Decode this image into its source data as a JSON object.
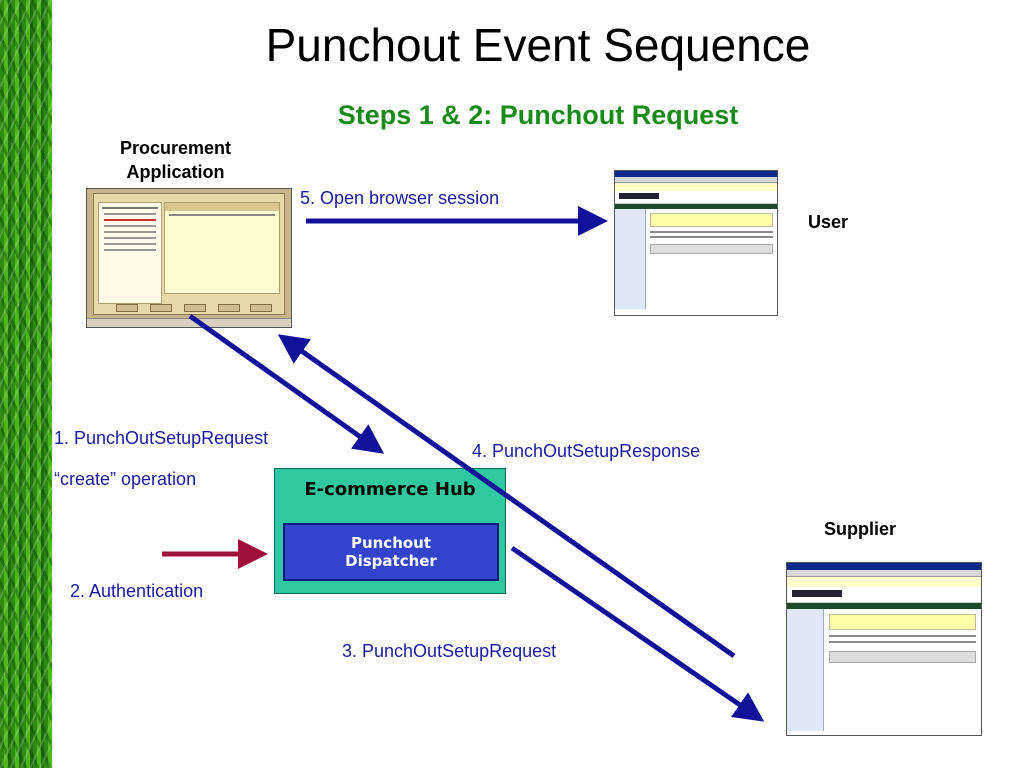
{
  "title": "Punchout Event Sequence",
  "subtitle": "Steps 1 & 2: Punchout Request",
  "actors": {
    "procurement_line1": "Procurement",
    "procurement_line2": "Application",
    "user": "User",
    "supplier": "Supplier"
  },
  "hub": {
    "title": "E-commerce Hub",
    "dispatcher_line1": "Punchout",
    "dispatcher_line2": "Dispatcher"
  },
  "steps": {
    "step1": "1. PunchOutSetupRequest",
    "step1_sub": "“create” operation",
    "step2": "2. Authentication",
    "step3": "3. PunchOutSetupRequest",
    "step4": "4. PunchOutSetupResponse",
    "step5": "5. Open browser session"
  },
  "colors": {
    "arrow_blue": "#11119a",
    "arrow_red": "#a0103a",
    "hub_fill": "#30c8a0",
    "dispatcher_fill": "#3344cc",
    "subtitle_green": "#1a8a1a",
    "label_blue": "#1a1aa0"
  }
}
